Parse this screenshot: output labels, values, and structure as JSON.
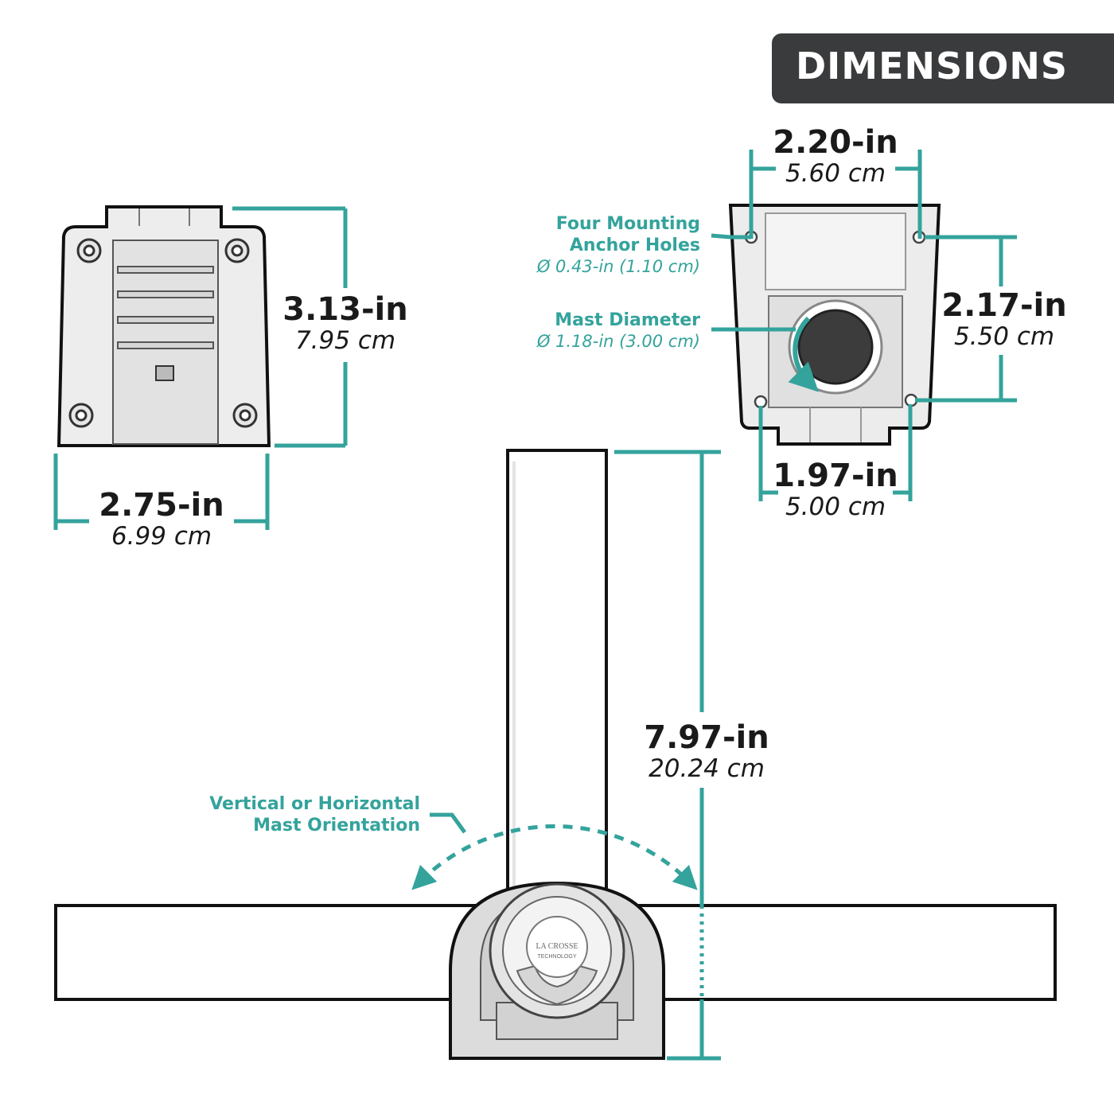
{
  "header": {
    "title": "DIMENSIONS"
  },
  "colors": {
    "accent": "#34a39c",
    "header_bg": "#3a3b3d",
    "outline": "#111111",
    "body_fill": "#f1f1f1"
  },
  "front_view": {
    "height": {
      "in": "3.13-in",
      "cm": "7.95 cm"
    },
    "width": {
      "in": "2.75-in",
      "cm": "6.99 cm"
    }
  },
  "back_view": {
    "top_width": {
      "in": "2.20-in",
      "cm": "5.60 cm"
    },
    "hole_spacing": {
      "in": "2.17-in",
      "cm": "5.50 cm"
    },
    "bottom_width": {
      "in": "1.97-in",
      "cm": "5.00 cm"
    },
    "callouts": {
      "holes": {
        "title_line1": "Four Mounting",
        "title_line2": "Anchor Holes",
        "spec": "Ø 0.43-in (1.10 cm)"
      },
      "mast": {
        "title": "Mast Diameter",
        "spec": "Ø 1.18-in (3.00 cm)"
      }
    }
  },
  "side_view": {
    "mast_height": {
      "in": "7.97-in",
      "cm": "20.24 cm"
    },
    "orientation": {
      "line1": "Vertical or Horizontal",
      "line2": "Mast Orientation"
    },
    "logo_text": {
      "line1": "LA CROSSE",
      "line2": "TECHNOLOGY"
    }
  }
}
